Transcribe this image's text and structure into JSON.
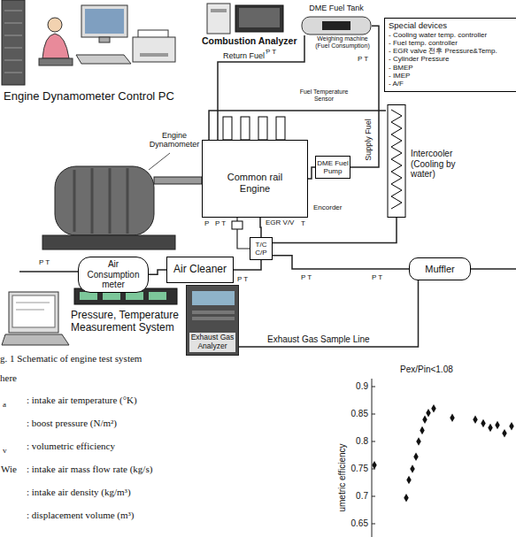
{
  "diagram": {
    "caption": "g. 1 Schematic of engine test system",
    "nodes": [
      {
        "text": [
          "DME Fuel Tank"
        ]
      },
      {
        "text": [
          "Special devices",
          "- Cooling water temp. controller",
          "- Fuel temp. controller",
          "- EGR valve 전후 Pressure&Temp.",
          "- Cylinder Pressure",
          "- BMEP",
          "- IMEP",
          "- A/F"
        ]
      },
      {
        "text": [
          "Common rail Engine"
        ]
      },
      {
        "text": [
          "DME Fuel Pump"
        ]
      },
      {
        "text": [
          "Intercooler (Cooling by water)"
        ]
      },
      {
        "text": [
          "Air Consumption meter"
        ]
      },
      {
        "text": [
          "Air Cleaner"
        ]
      },
      {
        "text": [
          "T/C C/P"
        ]
      },
      {
        "text": [
          "Muffler"
        ]
      },
      {
        "text": [
          "Exhaust Gas Analyzer"
        ]
      }
    ],
    "edges": [
      {
        "from": 5,
        "to": 6,
        "arrow": "none"
      },
      {
        "from": 6,
        "to": 7,
        "arrow": "none"
      },
      {
        "from": 7,
        "to": 4,
        "arrow": "none"
      },
      {
        "from": 4,
        "to": 2,
        "arrow": "none"
      },
      {
        "from": 2,
        "to": 7,
        "arrow": "none"
      },
      {
        "from": 7,
        "to": 8,
        "arrow": "none"
      },
      {
        "from": 8,
        "to": 9,
        "label": "Exhaust Gas Sample Line",
        "arrow": "none"
      },
      {
        "from": 0,
        "to": 3,
        "label": "Supply Fuel",
        "arrow": "none"
      },
      {
        "from": 2,
        "to": 0,
        "label": "Return Fuel",
        "arrow": "none"
      },
      {
        "from": 3,
        "to": 2,
        "arrow": "none"
      }
    ],
    "labels": [
      "Engine Dynamometer Control PC",
      "Combustion Analyzer",
      "Weighing machine (Fuel Consumption)",
      "P T",
      "P T",
      "Fuel Temperature Sensor",
      "Engine Dynamometer",
      "Encorder",
      "P",
      "P T",
      "EGR V/V",
      "T",
      "P T",
      "P T",
      "P T",
      "P T",
      "Pressure, Temperature Measurement System",
      "here",
      "a",
      ": intake air temperature (°K)",
      ": boost pressure (N/m²)",
      "v",
      ": volumetric efficiency",
      "Wie",
      ": intake air mass flow rate (kg/s)",
      ": intake air density (kg/m³)",
      ": displacement volume (m³)",
      "Pex/Pin<1.08",
      "umetric efficiency",
      "0.9",
      "0.85",
      "0.8",
      "0.75",
      "0.7",
      "0.65"
    ]
  }
}
